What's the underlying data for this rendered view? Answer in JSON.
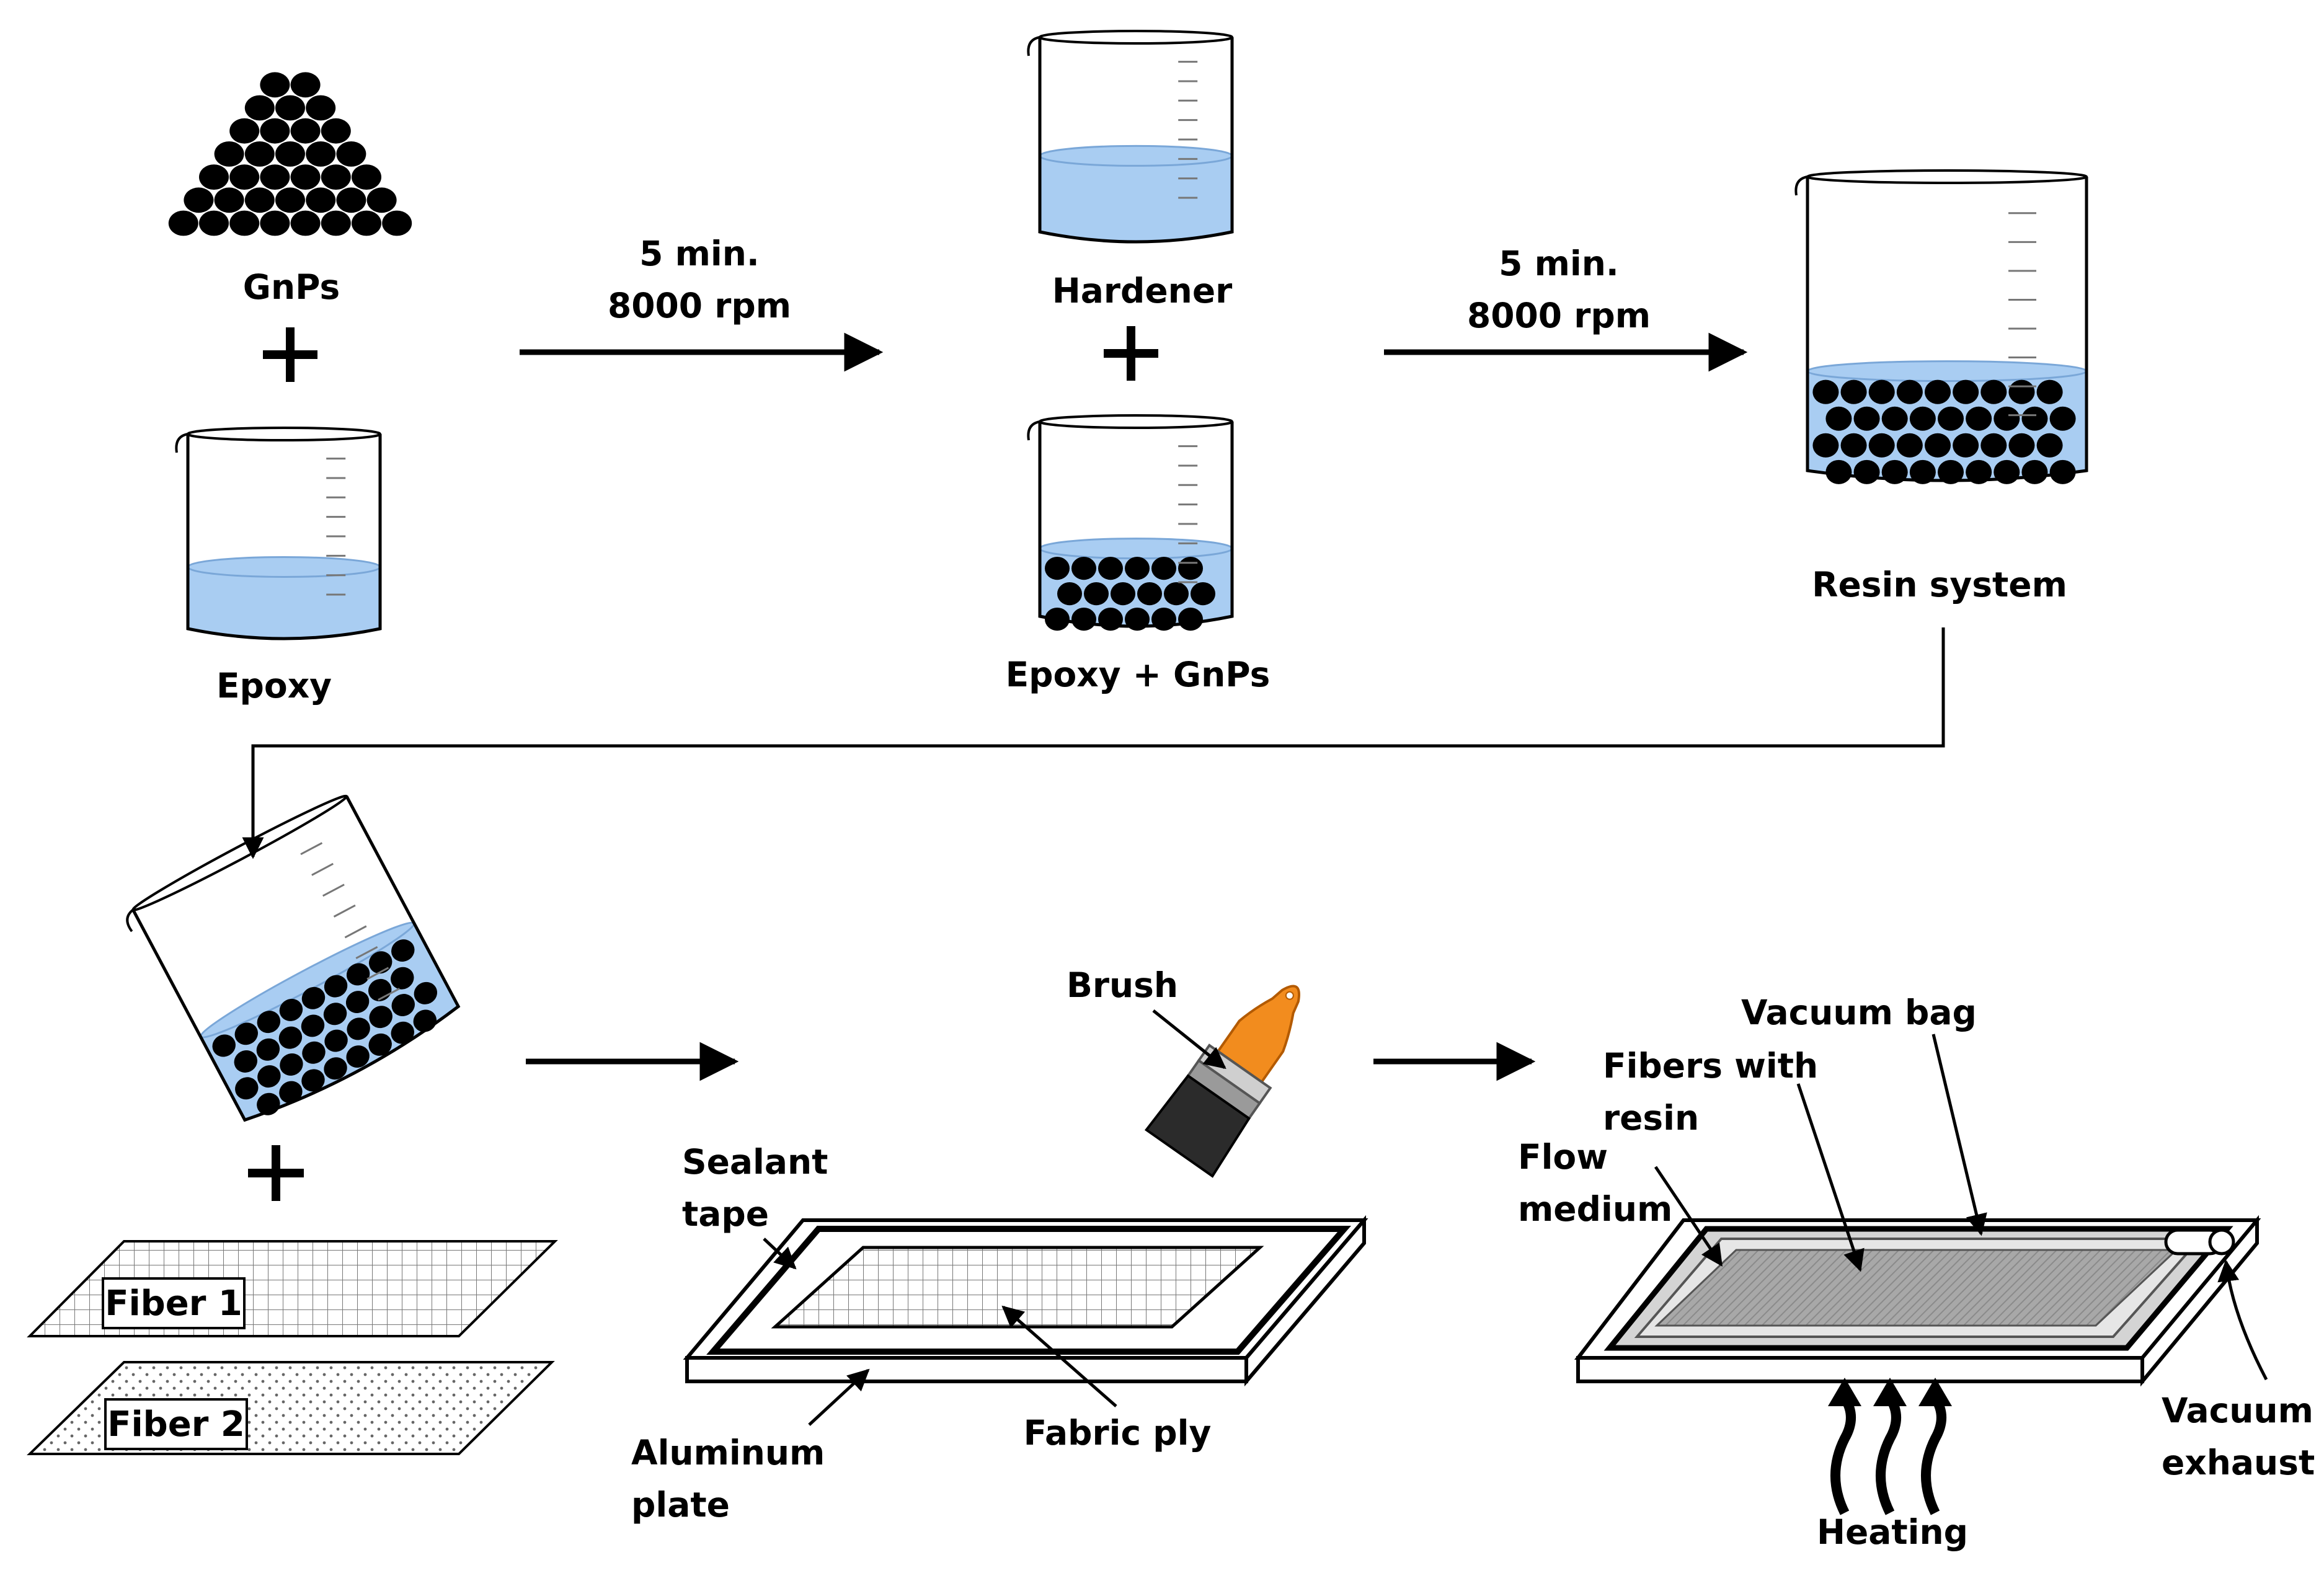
{
  "stage1": {
    "gnps_label": "GnPs",
    "epoxy_label": "Epoxy",
    "mix1_time": "5 min.",
    "mix1_speed": "8000 rpm",
    "hardener_label": "Hardener",
    "epoxy_gnps_label": "Epoxy + GnPs",
    "mix2_time": "5 min.",
    "mix2_speed": "8000 rpm",
    "resin_system_label": "Resin system"
  },
  "stage2": {
    "fiber1_label": "Fiber 1",
    "fiber2_label": "Fiber 2",
    "brush_label": "Brush",
    "sealant_line1": "Sealant",
    "sealant_line2": "tape",
    "aluminum_line1": "Aluminum",
    "aluminum_line2": "plate",
    "fabric_ply_label": "Fabric ply"
  },
  "stage3": {
    "vacuum_bag_label": "Vacuum bag",
    "fibers_resin_line1": "Fibers with",
    "fibers_resin_line2": "resin",
    "flow_line1": "Flow",
    "flow_line2": "medium",
    "vacuum_exhaust_line1": "Vacuum",
    "vacuum_exhaust_line2": "exhaust",
    "heating_label": "Heating"
  },
  "colors": {
    "liquid": "#a9cdf2",
    "liquid_edge": "#7aa7d8",
    "particle": "#000000",
    "brush_handle": "#f28c1e",
    "bag_fill": "#a6a6a6"
  }
}
